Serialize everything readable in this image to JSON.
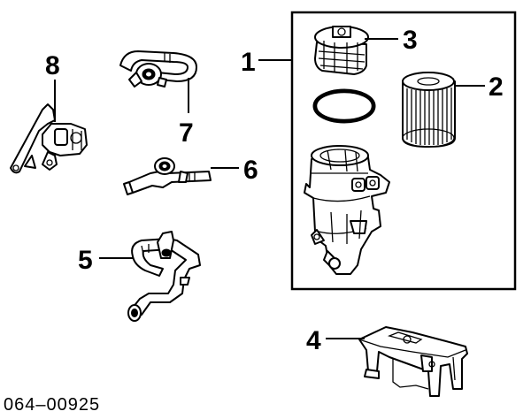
{
  "callouts": [
    "1",
    "2",
    "3",
    "4",
    "5",
    "6",
    "7",
    "8"
  ],
  "diagram_code": "064–00925",
  "colors": {
    "line": "#000000",
    "background": "#ffffff"
  }
}
